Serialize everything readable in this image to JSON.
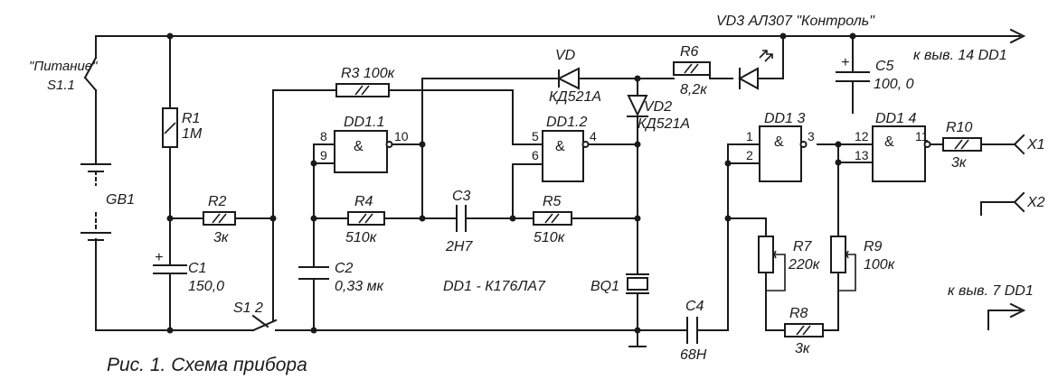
{
  "figure": {
    "caption": "Рис. 1. Схема прибора",
    "chip_note": "DD1 - К176ЛА7"
  },
  "labels": {
    "power_switch": "\"Питание\"",
    "s11": "S1.1",
    "s12": "S1 2",
    "gb1": "GB1",
    "vd3": "VD3 АЛ307 \"Контроль\"",
    "to_pin14": "к выв. 14 DD1",
    "to_pin7": "к выв. 7 DD1",
    "x1": "X1",
    "x2": "X2",
    "bq1": "BQ1"
  },
  "components": {
    "r1": {
      "name": "R1",
      "value": "1M"
    },
    "r2": {
      "name": "R2",
      "value": "3к"
    },
    "r3": {
      "name": "R3 100к"
    },
    "r4": {
      "name": "R4",
      "value": "510к"
    },
    "r5": {
      "name": "R5",
      "value": "510к"
    },
    "r6": {
      "name": "R6",
      "value": "8,2к"
    },
    "r7": {
      "name": "R7",
      "value": "220к"
    },
    "r8": {
      "name": "R8",
      "value": "3к"
    },
    "r9": {
      "name": "R9",
      "value": "100к"
    },
    "r10": {
      "name": "R10",
      "value": "3к"
    },
    "c1": {
      "name": "C1",
      "value": "150,0"
    },
    "c2": {
      "name": "C2",
      "value": "0,33 мк"
    },
    "c3": {
      "name": "C3",
      "value": "2Н7"
    },
    "c4": {
      "name": "C4",
      "value": "68Н"
    },
    "c5": {
      "name": "C5",
      "value": "100, 0"
    },
    "vd": {
      "name": "VD",
      "value": "КД521А"
    },
    "vd2": {
      "name": "VD2",
      "value": "КД521А"
    }
  },
  "gates": {
    "dd11": {
      "name": "DD1.1",
      "in_a": "8",
      "in_b": "9",
      "out": "10",
      "symbol": "&"
    },
    "dd12": {
      "name": "DD1.2",
      "in_a": "5",
      "in_b": "6",
      "out": "4",
      "symbol": "&"
    },
    "dd13": {
      "name": "DD1 3",
      "in_a": "1",
      "in_b": "2",
      "out": "3",
      "symbol": "&"
    },
    "dd14": {
      "name": "DD1 4",
      "in_a": "12",
      "in_b": "13",
      "out": "11",
      "symbol": "&"
    }
  },
  "polarity": {
    "plus": "+"
  }
}
